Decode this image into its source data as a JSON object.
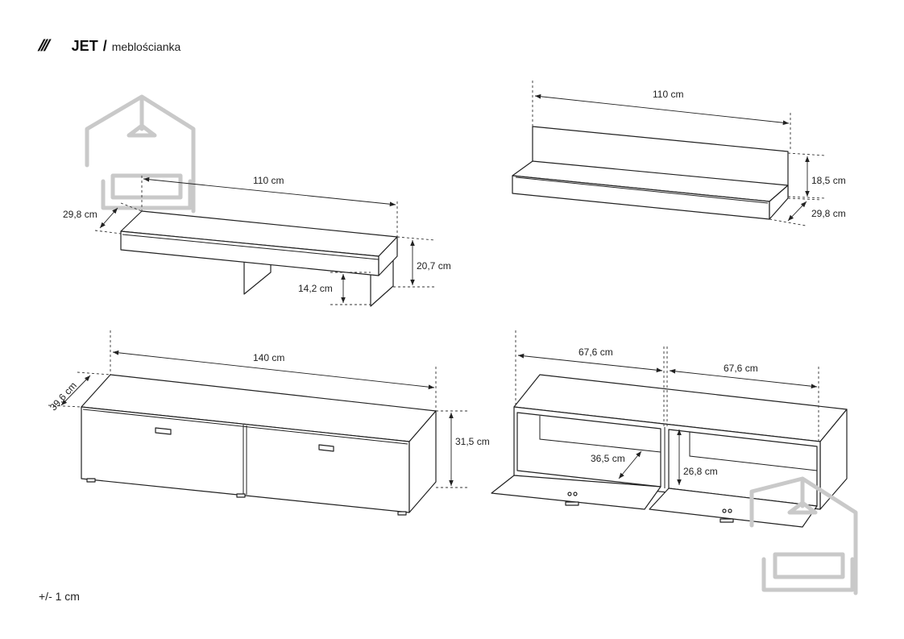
{
  "header": {
    "brand_mark": "///",
    "product_name": "JET",
    "separator": "/",
    "product_type": "meblościanka"
  },
  "footer": {
    "tolerance": "+/- 1 cm"
  },
  "wall_shelf": {
    "width_label": "110 cm",
    "depth_label": "29,8 cm",
    "height_label": "20,7 cm",
    "bracket_label": "14,2 cm"
  },
  "shelf_with_back": {
    "width_label": "110 cm",
    "height_label": "18,5 cm",
    "depth_label": "29,8 cm"
  },
  "tv_cabinet_closed": {
    "width_label": "140 cm",
    "depth_label": "39,6 cm",
    "height_label": "31,5 cm"
  },
  "tv_cabinet_open": {
    "left_compartment_label": "67,6 cm",
    "right_compartment_label": "67,6 cm",
    "inner_depth_label": "36,5 cm",
    "inner_height_label": "26,8 cm"
  },
  "colors": {
    "line": "#222222",
    "watermark": "#c9c9c9"
  }
}
